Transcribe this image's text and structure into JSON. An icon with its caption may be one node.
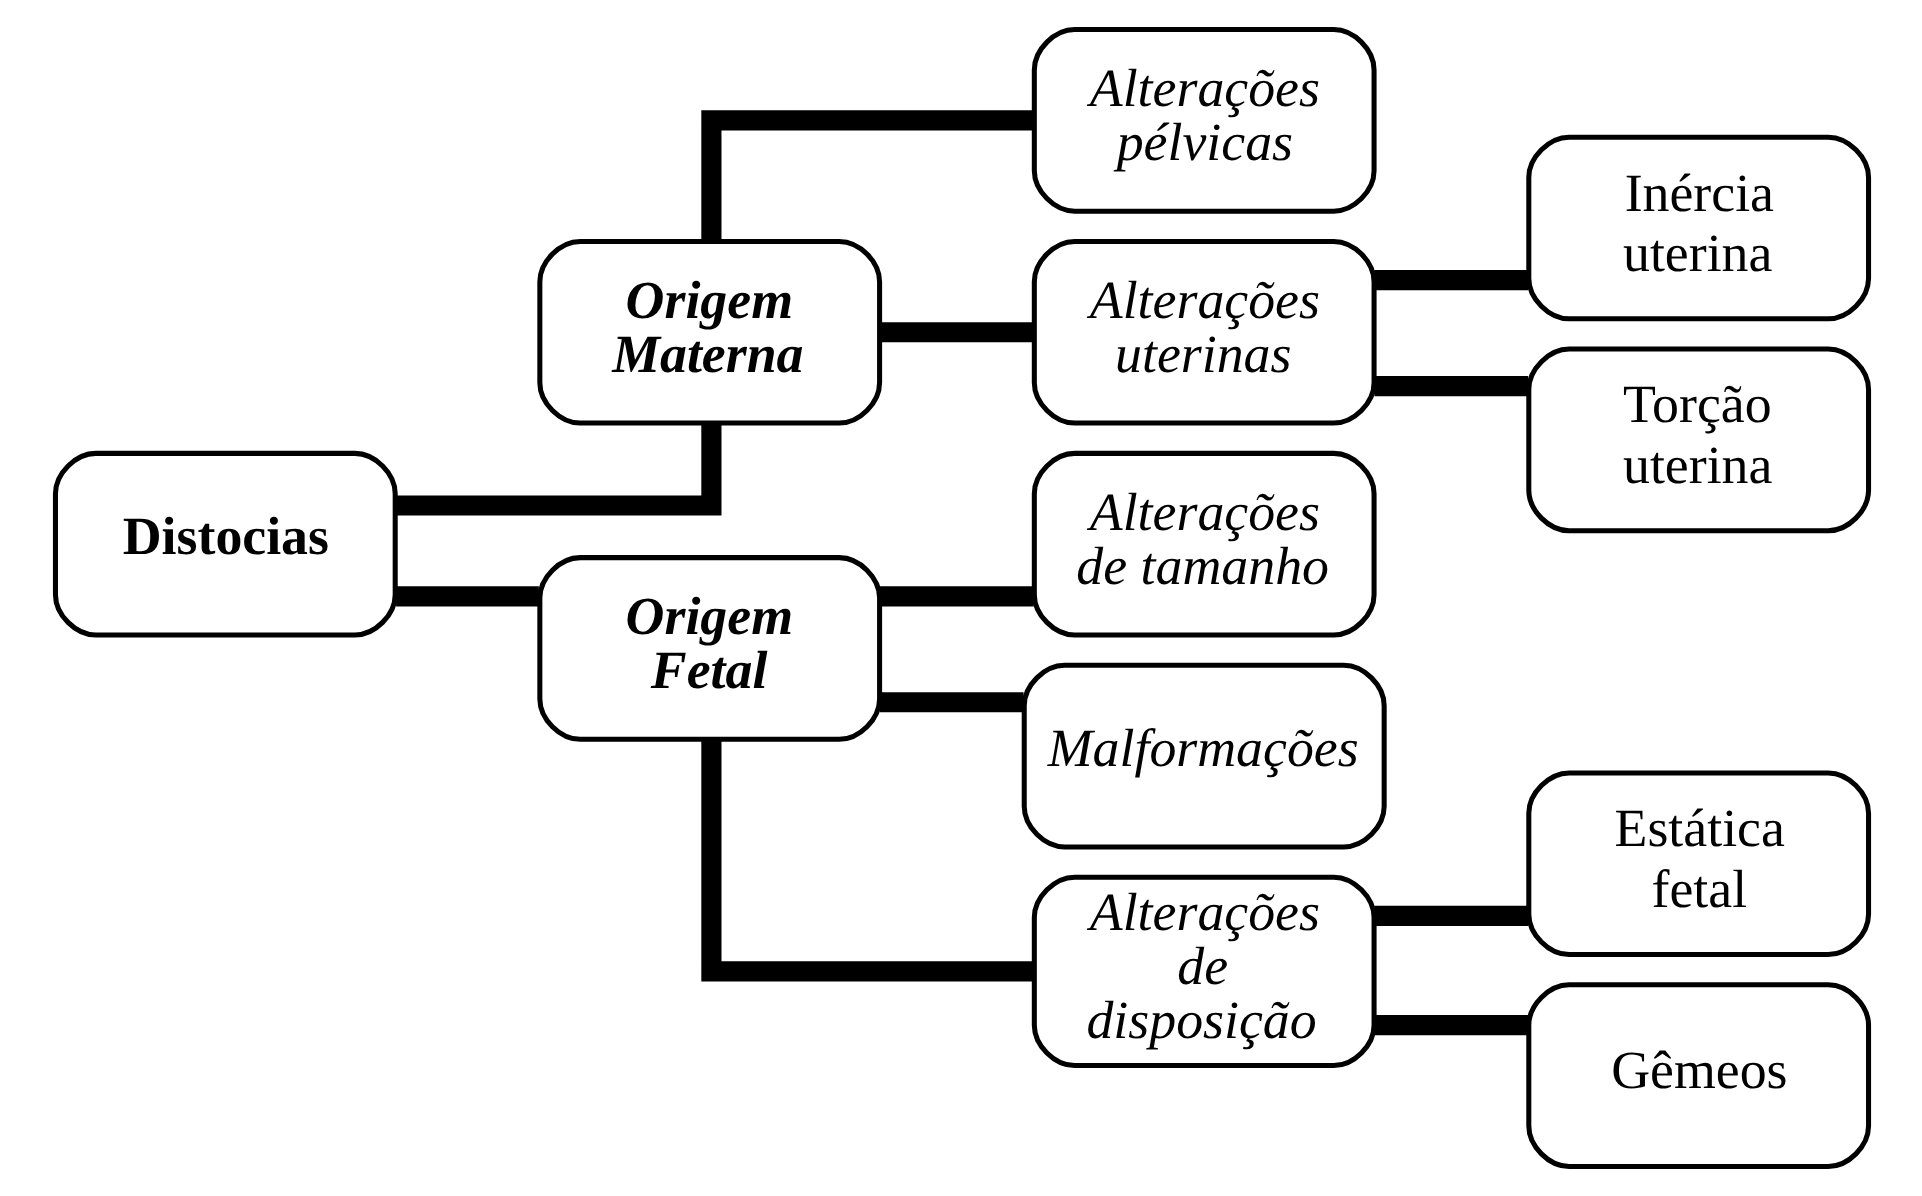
{
  "diagram": {
    "nodes": [
      {
        "text": [
          "Distocias"
        ]
      },
      {
        "text": [
          "Origem Materna"
        ]
      },
      {
        "text": [
          "Origem Fetal"
        ]
      },
      {
        "text": [
          "Alterações pélvicas"
        ]
      },
      {
        "text": [
          "Alterações uterinas"
        ]
      },
      {
        "text": [
          "Alterações de tamanho"
        ]
      },
      {
        "text": [
          "Malformações"
        ]
      },
      {
        "text": [
          "Alterações de disposição"
        ]
      },
      {
        "text": [
          "Inércia uterina"
        ]
      },
      {
        "text": [
          "Torção uterina"
        ]
      },
      {
        "text": [
          "Estática fetal"
        ]
      },
      {
        "text": [
          "Gêmeos"
        ]
      }
    ],
    "edges": [
      {
        "from": 0,
        "to": 1,
        "arrow": "none"
      },
      {
        "from": 0,
        "to": 2,
        "arrow": "none"
      },
      {
        "from": 1,
        "to": 3,
        "arrow": "none"
      },
      {
        "from": 1,
        "to": 4,
        "arrow": "none"
      },
      {
        "from": 2,
        "to": 5,
        "arrow": "none"
      },
      {
        "from": 2,
        "to": 6,
        "arrow": "none"
      },
      {
        "from": 2,
        "to": 7,
        "arrow": "none"
      },
      {
        "from": 4,
        "to": 8,
        "arrow": "none"
      },
      {
        "from": 4,
        "to": 9,
        "arrow": "none"
      },
      {
        "from": 7,
        "to": 10,
        "arrow": "none"
      },
      {
        "from": 7,
        "to": 11,
        "arrow": "none"
      }
    ]
  }
}
